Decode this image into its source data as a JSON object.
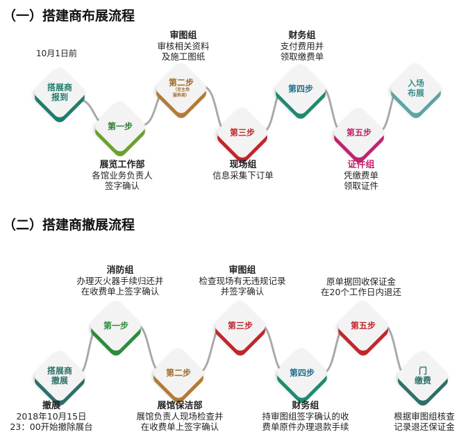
{
  "section1": {
    "title": "（一）搭建商布展流程",
    "nodes": {
      "n1": {
        "line1": "搭展商",
        "line2": "报到"
      },
      "n2": {
        "line1": "第一步"
      },
      "n3": {
        "line1": "第二步",
        "sub1": "（至主场",
        "sub2": "服务商）"
      },
      "n4": {
        "line1": "第三步"
      },
      "n5": {
        "line1": "第四步"
      },
      "n6": {
        "line1": "第五步"
      },
      "n7": {
        "line1": "入场",
        "line2": "布展"
      }
    },
    "annotations": {
      "date": "10月1日前",
      "a2": {
        "head": "展览工作部",
        "l1": "各馆业务负责人",
        "l2": "签字确认"
      },
      "a3": {
        "head": "审图组",
        "l1": "审核相关资料",
        "l2": "及施工图纸"
      },
      "a4": {
        "head": "现场组",
        "l1": "信息采集下订单"
      },
      "a5": {
        "head": "财务组",
        "l1": "支付费用并",
        "l2": "领取缴费单"
      },
      "a6": {
        "head": "证件组",
        "l1": "凭缴费单",
        "l2": "领取证件"
      }
    }
  },
  "section2": {
    "title": "（二）搭建商撤展流程",
    "nodes": {
      "n1": {
        "line1": "搭展商",
        "line2": "撤展"
      },
      "n2": {
        "line1": "第一步"
      },
      "n3": {
        "line1": "第二步"
      },
      "n4": {
        "line1": "第三步"
      },
      "n5": {
        "line1": "第四步"
      },
      "n6": {
        "line1": "第五步"
      },
      "n7": {
        "line1": "门",
        "line2": "缴费"
      }
    },
    "annotations": {
      "a1": {
        "head": "撤展",
        "l1": "2018年10月15日",
        "l2": "23：00开始撤除展台"
      },
      "a2": {
        "head": "消防组",
        "l1": "办理灭火器手续归还并",
        "l2": "在收费单上签字确认"
      },
      "a3": {
        "head": "展馆保洁部",
        "l1": "展馆负责人现场检查并",
        "l2": "在收费单上签字确认"
      },
      "a4": {
        "head": "审图组",
        "l1": "检查现场有无违规记录",
        "l2": "并签字确认"
      },
      "a5": {
        "head": "财务组",
        "l1": "持审图组签字确认的收",
        "l2": "费单原件办理退款手续"
      },
      "a6": {
        "l1": "原单据回收保证金",
        "l2": "在20个工作日内退还"
      },
      "a7": {
        "l1": "根据审图组核查",
        "l2": "记录退还保证金"
      }
    }
  }
}
